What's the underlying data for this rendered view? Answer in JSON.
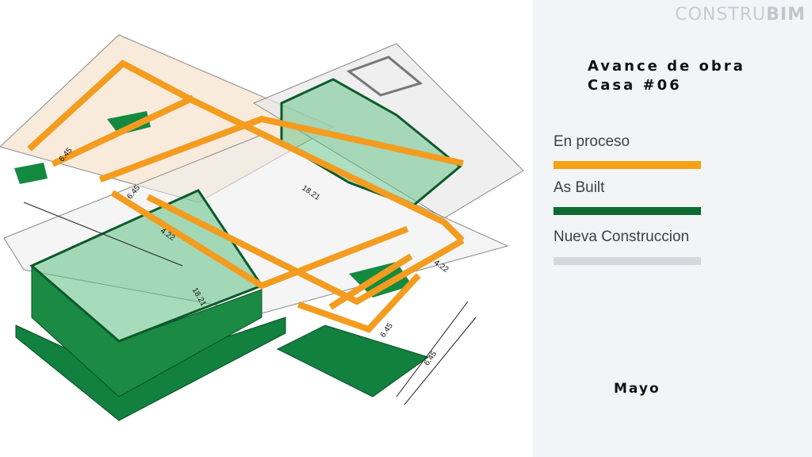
{
  "logo": {
    "light": "CONSTRU",
    "bold": "BIM"
  },
  "title": {
    "line1": "Avance de obra",
    "line2": "Casa #06"
  },
  "legend": [
    {
      "label": "En proceso",
      "color": "#f7a114"
    },
    {
      "label": "As Built",
      "color": "#0d6b32"
    },
    {
      "label": "Nueva Construccion",
      "color": "#d6d7da"
    }
  ],
  "month": "Mayo",
  "dimensions": [
    "6.45",
    "6.45",
    "18.21",
    "4.22",
    "18.21",
    "4.22",
    "6.45",
    "6.45"
  ]
}
